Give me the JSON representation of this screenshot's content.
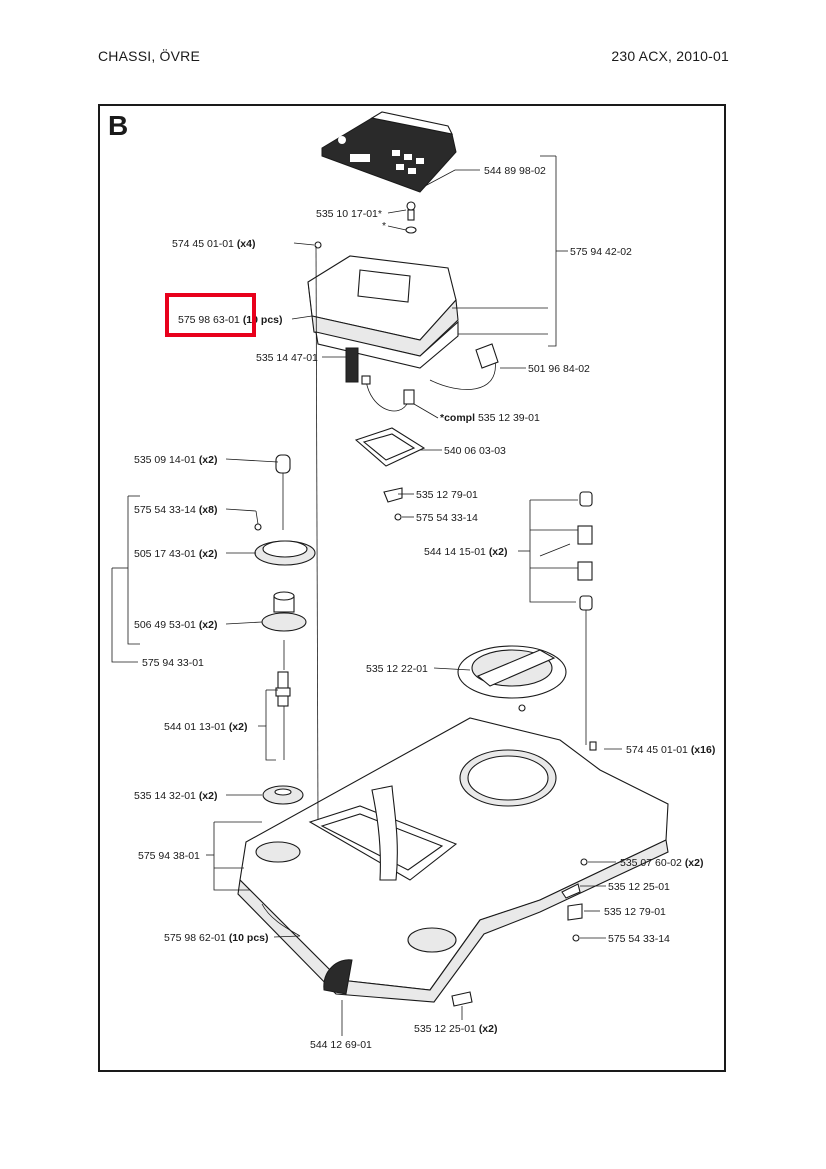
{
  "header": {
    "left": "CHASSI,  ÖVRE",
    "right": "230 ACX, 2010-01"
  },
  "section_letter": "B",
  "parts": {
    "p1": {
      "num": "544 89 98-02",
      "qty": ""
    },
    "p2": {
      "num": "535 10 17-01*",
      "qty": ""
    },
    "p2b": {
      "num": "*",
      "qty": ""
    },
    "p3": {
      "num": "574 45 01-01",
      "qty": "(x4)"
    },
    "p4": {
      "num": "575 94 42-02",
      "qty": ""
    },
    "p5": {
      "num": "575 98 63-01",
      "qty": "(10 pcs)"
    },
    "p6": {
      "num": "535 14 47-01",
      "qty": ""
    },
    "p7": {
      "num": "501 96 84-02",
      "qty": ""
    },
    "p8": {
      "num": "535 12 39-01",
      "qty": "*compl"
    },
    "p9": {
      "num": "540 06 03-03",
      "qty": ""
    },
    "p10": {
      "num": "535 09 14-01",
      "qty": "(x2)"
    },
    "p11": {
      "num": "535 12 79-01",
      "qty": ""
    },
    "p12": {
      "num": "575 54 33-14",
      "qty": ""
    },
    "p13": {
      "num": "575 54 33-14",
      "qty": "(x8)"
    },
    "p14": {
      "num": "544 14 15-01",
      "qty": "(x2)"
    },
    "p15": {
      "num": "505 17 43-01",
      "qty": "(x2)"
    },
    "p16": {
      "num": "506 49 53-01",
      "qty": "(x2)"
    },
    "p17": {
      "num": "575 94 33-01",
      "qty": ""
    },
    "p18": {
      "num": "535 12 22-01",
      "qty": ""
    },
    "p19": {
      "num": "544 01 13-01",
      "qty": "(x2)"
    },
    "p20": {
      "num": "574 45 01-01",
      "qty": "(x16)"
    },
    "p21": {
      "num": "535 14 32-01",
      "qty": "(x2)"
    },
    "p22": {
      "num": "575 94 38-01",
      "qty": ""
    },
    "p23": {
      "num": "535 07 60-02",
      "qty": "(x2)"
    },
    "p24": {
      "num": "535 12 25-01",
      "qty": ""
    },
    "p25": {
      "num": "535 12 79-01",
      "qty": ""
    },
    "p26": {
      "num": "575 98 62-01",
      "qty": "(10 pcs)"
    },
    "p27": {
      "num": "575 54 33-14",
      "qty": ""
    },
    "p28": {
      "num": "535 12 25-01",
      "qty": "(x2)"
    },
    "p29": {
      "num": "544 12 69-01",
      "qty": ""
    }
  },
  "highlight_color": "#e8001c"
}
